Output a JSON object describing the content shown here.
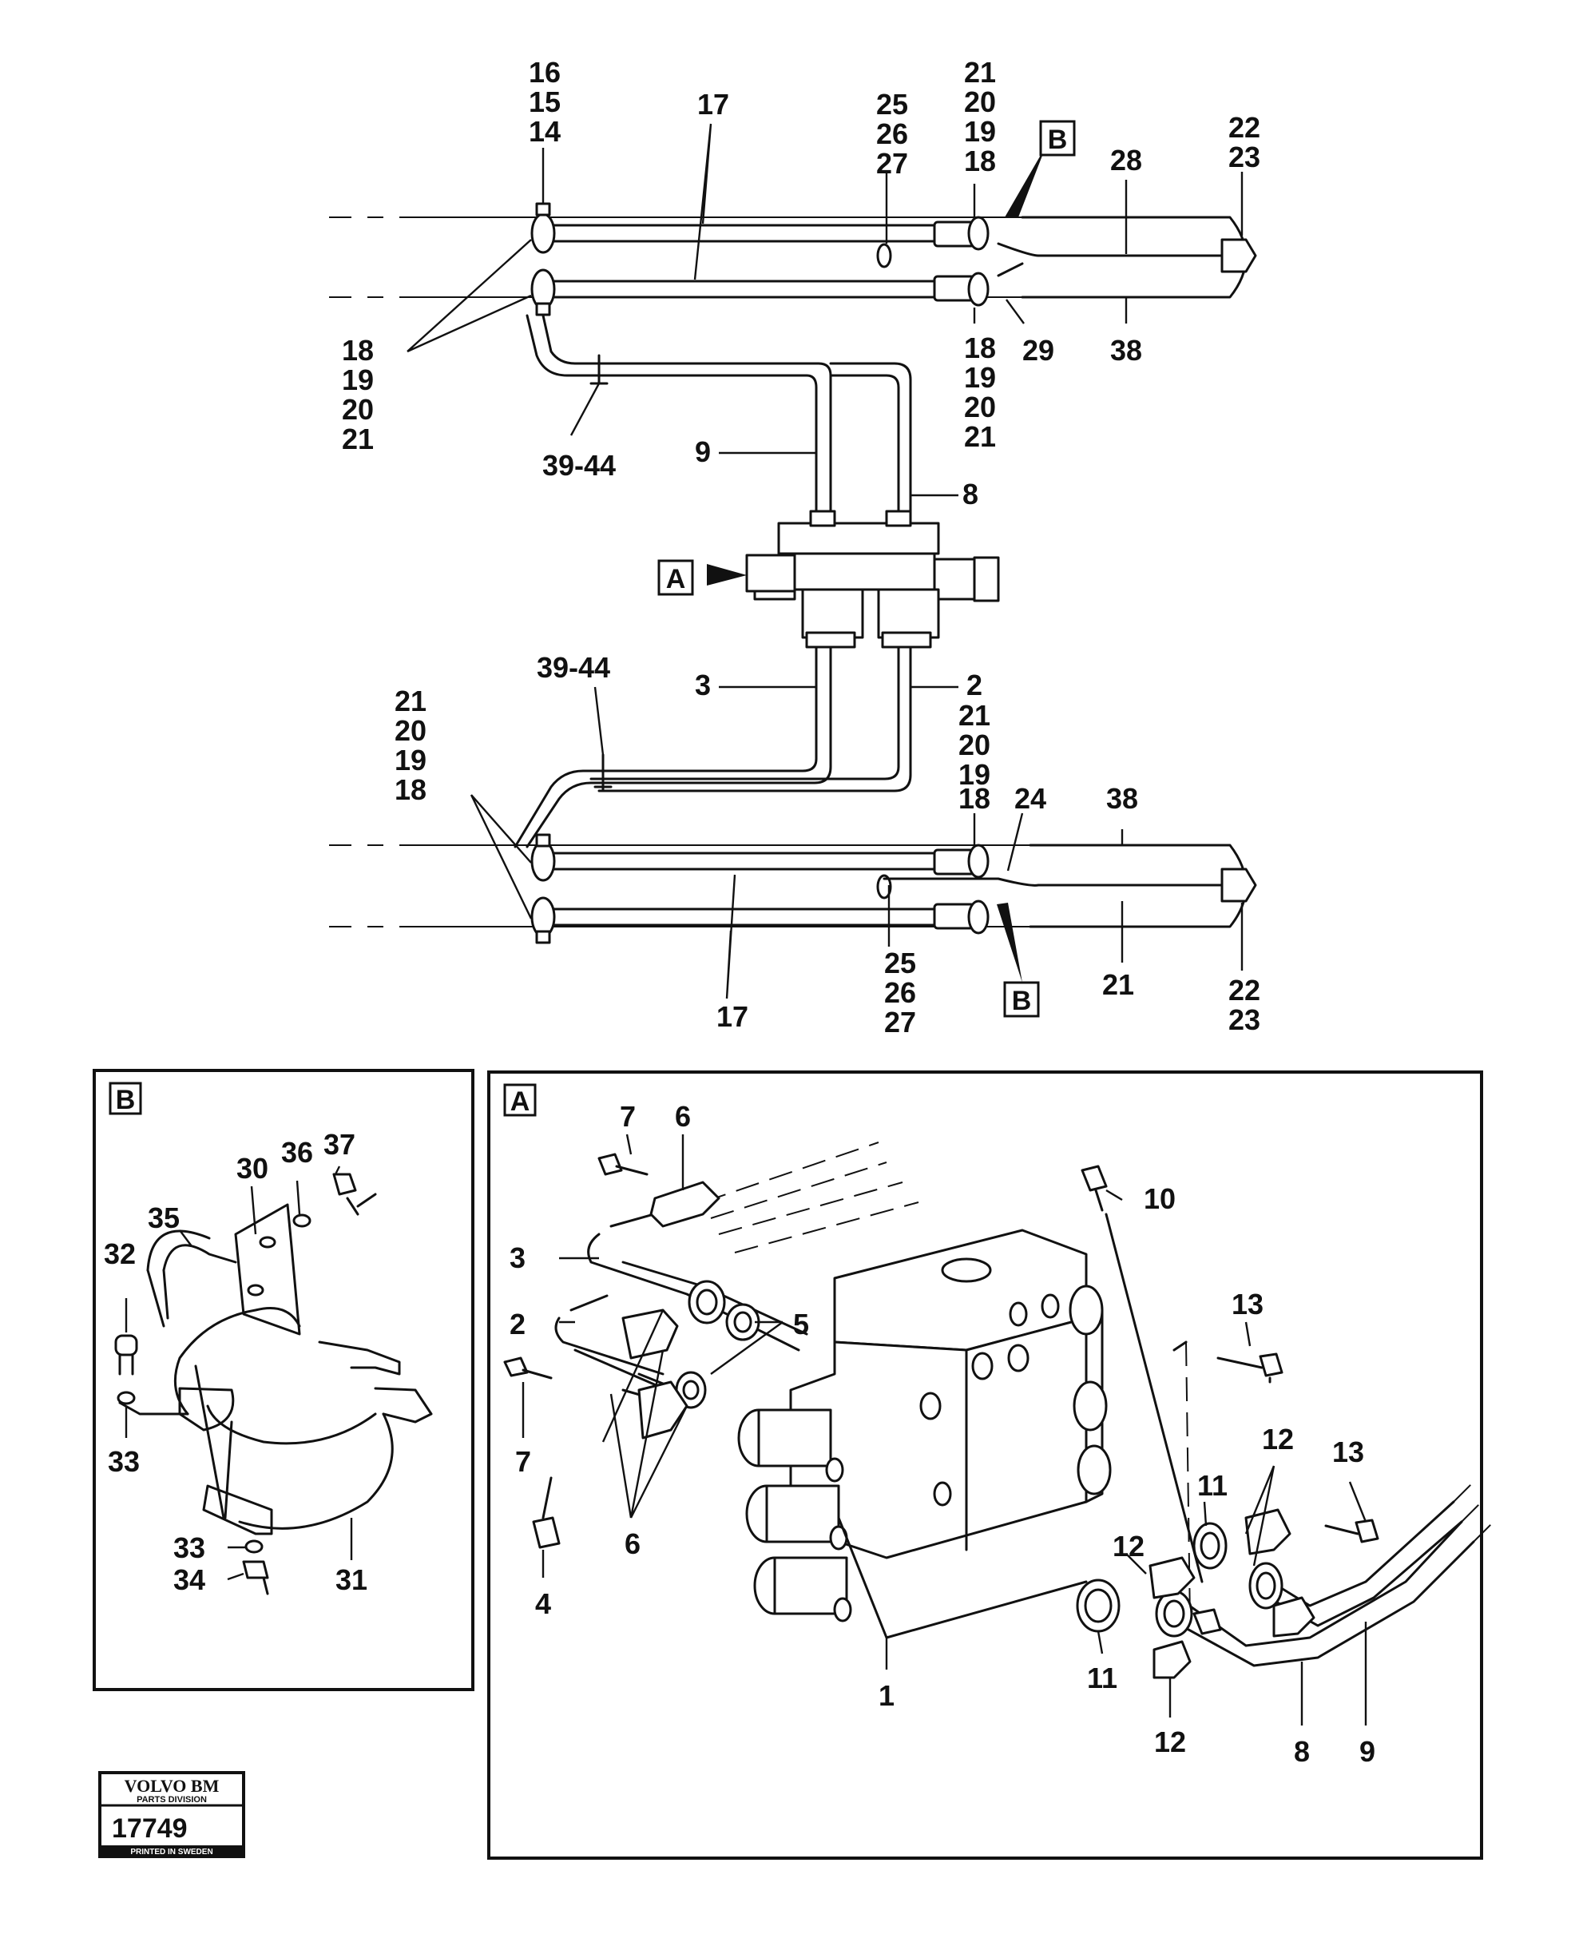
{
  "callouts": {
    "box_a": "A",
    "box_b": "B"
  },
  "top_assembly": {
    "labels": [
      "16",
      "15",
      "14",
      "17",
      "25",
      "26",
      "27",
      "21",
      "20",
      "19",
      "18",
      "22",
      "23",
      "28",
      "29",
      "38",
      "18",
      "19",
      "20",
      "21",
      "18",
      "19",
      "20",
      "21",
      "39-44",
      "9",
      "8"
    ]
  },
  "bottom_assembly": {
    "labels": [
      "39-44",
      "3",
      "2",
      "21",
      "20",
      "19",
      "18",
      "21",
      "20",
      "19",
      "18",
      "24",
      "38",
      "17",
      "25",
      "26",
      "27",
      "21",
      "22",
      "23"
    ]
  },
  "detail_b": {
    "labels": [
      "30",
      "36",
      "37",
      "35",
      "32",
      "33",
      "33",
      "34",
      "31"
    ]
  },
  "detail_a": {
    "labels": [
      "7",
      "6",
      "3",
      "2",
      "5",
      "7",
      "6",
      "4",
      "1",
      "10",
      "13",
      "12",
      "13",
      "11",
      "12",
      "11",
      "12",
      "8",
      "9"
    ]
  },
  "stamp": {
    "brand": "VOLVO BM",
    "division": "PARTS DIVISION",
    "number": "17749",
    "footer": "PRINTED IN SWEDEN"
  }
}
